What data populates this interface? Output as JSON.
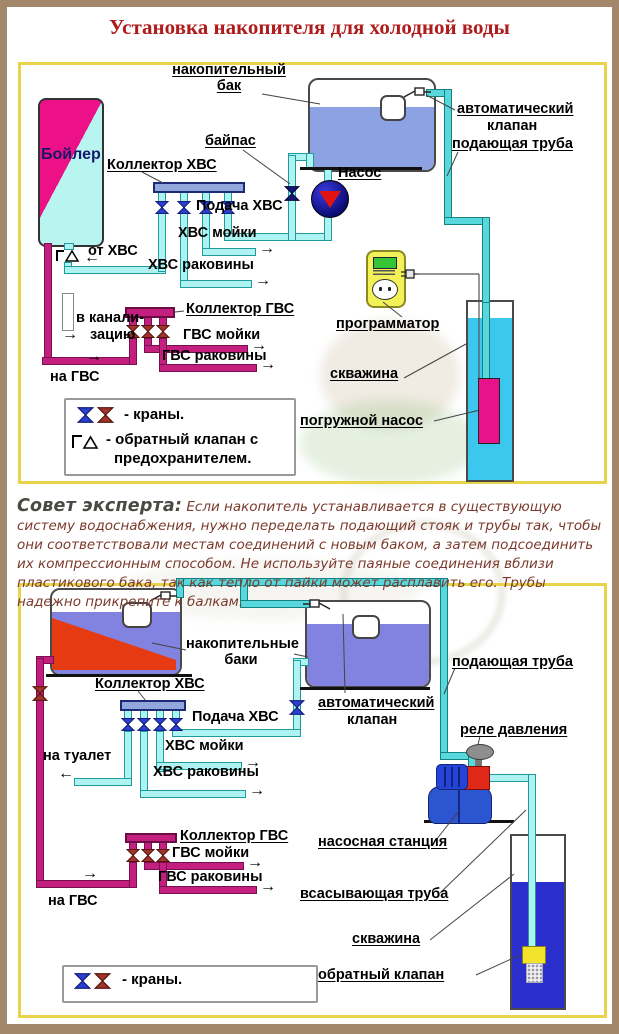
{
  "title": "Установка накопителя для холодной воды",
  "expert_note": {
    "lead": "Совет эксперта:",
    "body": " Если накопитель устанавливается в существующую систему водоснабжения, нужно переделать подающий стояк и трубы так, чтобы они соответствовали местам соединений с новым баком, а затем подсоединить их компрессионным способом. Не используйте паяные соединения вблизи пластикового бака, так как тепло от пайки может расплавить его. Трубы надежно прикрепите к балкам."
  },
  "top": {
    "labels": {
      "boiler": "Бойлер",
      "tank": "накопительный бак",
      "bypass": "байпас",
      "collector_cold": "Коллектор ХВС",
      "supply_cold": "Подача ХВС",
      "cold_sinks": "ХВС мойки",
      "cold_basins": "ХВС раковины",
      "from_cold": "от ХВС",
      "pump": "Насос",
      "auto_valve_1": "автоматический",
      "auto_valve_2": "клапан",
      "feed_pipe": "подающая труба",
      "sewer_1": "в канали-",
      "sewer_2": "зацию",
      "collector_hot": "Коллектор ГВС",
      "hot_sinks": "ГВС мойки",
      "hot_basins": "ГВС раковины",
      "to_hot": "на ГВС",
      "programmer": "программатор",
      "well": "скважина",
      "submersible_pump": "погружной насос"
    },
    "legend": {
      "valves": "- краны.",
      "check_valve_1": "- обратный клапан с",
      "check_valve_2": "предохранителем."
    }
  },
  "bottom": {
    "labels": {
      "tanks": "накопительные баки",
      "collector_cold": "Коллектор ХВС",
      "supply_cold": "Подача ХВС",
      "cold_sinks": "ХВС мойки",
      "cold_basins": "ХВС раковины",
      "to_toilet": "на туалет",
      "auto_valve_1": "автоматический",
      "auto_valve_2": "клапан",
      "feed_pipe": "подающая труба",
      "pressure_switch": "реле давления",
      "pump_station": "насосная станция",
      "collector_hot": "Коллектор ГВС",
      "hot_sinks": "ГВС мойки",
      "hot_basins": "ГВС раковины",
      "to_hot": "на ГВС",
      "suction_pipe": "всасывающая труба",
      "well": "скважина",
      "check_valve": "обратный клапан"
    },
    "legend": {
      "valves": "- краны."
    }
  },
  "arrows": {
    "right": "→",
    "left": "←"
  },
  "colors": {
    "frame": "#a3876b",
    "box_border": "#e8d44a",
    "title": "#b01c1c",
    "cold_pipe": "#58d8dc",
    "cold_pipe_light": "#aef2f2",
    "hot_pipe": "#c41f7e",
    "collector_cold": "#92a8dc",
    "water_top": "#8ca2e2",
    "water_bottom": "#8282e0",
    "red_wedge": "#e63b12",
    "boiler_pink": "#ec1186",
    "boiler_cyan": "#b8f4f0",
    "valve_blue": "#2b3fd0",
    "valve_red": "#a0342a",
    "pump_body": "#0a0a74",
    "pump_triangle": "#e01212",
    "well_top_water": "#3cc8ee",
    "well_bottom_water": "#2a2ecc",
    "submersible": "#e6138a",
    "programmer": "#f2f258",
    "station_blue": "#2443d8",
    "relay_red": "#e02818",
    "check_valve": "#f2e42c",
    "expert_text": "#7b3a2c"
  }
}
